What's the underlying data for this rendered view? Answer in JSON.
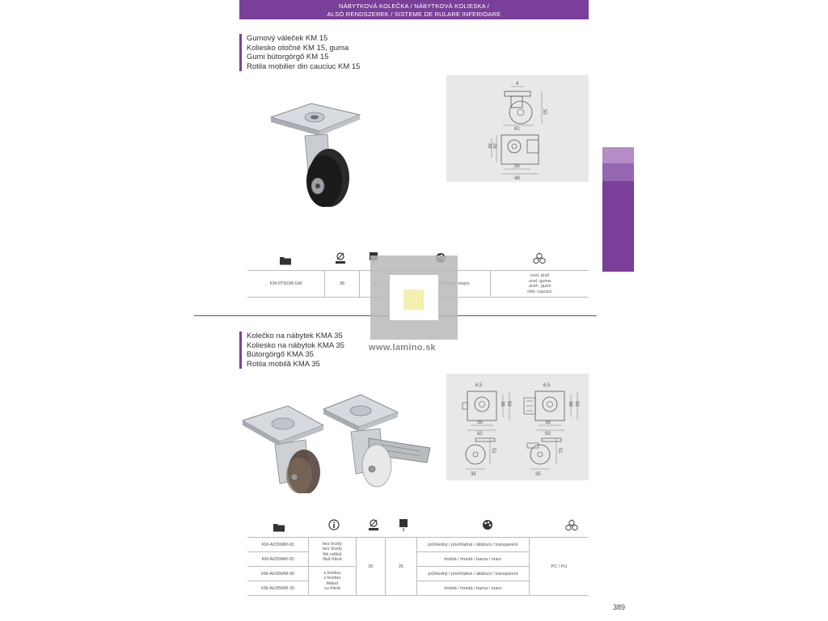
{
  "header": {
    "line1": "NÁBYTKOVÁ KOLEČKA / NÁBYTKOVÁ KOLIESKA /",
    "line2": "ALSÓ RENDSZEREK / SISTEME DE RULARE INFERIOARE"
  },
  "colors": {
    "accent": "#7a3f98",
    "accent_light": "#b48cc8",
    "accent_mid": "#9566b2",
    "drawing_bg": "#e8e8e8"
  },
  "product1": {
    "titles": [
      "Gumový váleček KM 15",
      "Koliesko otočné KM 15, guma",
      "Gumi bútorgörgő KM 15",
      "Rotila mobilier din cauciuc KM 15"
    ],
    "icons": [
      "folder-icon",
      "diameter-icon",
      "weight-icon",
      "palette-icon",
      "material-icon"
    ],
    "dims": {
      "top": "4",
      "height": "50",
      "width": "61",
      "plate_h1": "39",
      "plate_h2": "28",
      "plate_w1": "35",
      "plate_w2": "48"
    },
    "table": {
      "code": "KM-0T5038-GM",
      "diameter": "38",
      "load": "16",
      "color": "černá / čierna / fekete / negru",
      "material": [
        "ocel, pryž",
        "ocel, guma",
        "acél-, gumi",
        "otel, cauciuc"
      ]
    }
  },
  "watermark": "www.lamino.sk",
  "product2": {
    "titles": [
      "Kolečko na nábytek KMA 35",
      "Koliesko na nábytok KMA 35",
      "Bútorgörgő KMA 35",
      "Rotila mobilă KMA 35"
    ],
    "icons": [
      "folder-icon",
      "info-icon",
      "diameter-icon",
      "weight-icon",
      "palette-icon",
      "material-icon"
    ],
    "dims": {
      "offset": "6,5",
      "h38": "38",
      "h50": "50",
      "w38": "38",
      "w50": "50",
      "h51": "51",
      "w35": "35"
    },
    "table": {
      "rows": [
        {
          "code": "KM-A035MM-00",
          "color": "průhledný / priehľadná / átlátszó / transparent"
        },
        {
          "code": "KM-A035MM-30",
          "color": "hnědá / hnedá / barna / maro"
        },
        {
          "code": "KM-AH35MM-00",
          "color": "průhledný / priehľadná / átlátszó / transparent"
        },
        {
          "code": "KM-AH35MM-30",
          "color": "hnědá / hnedá / barna / maro"
        }
      ],
      "brake_none": [
        "bez brzdy",
        "bez brzdy",
        "fék nélkül",
        "fără frână"
      ],
      "brake_with": [
        "s brzdou",
        "s brzdou",
        "fékkel",
        "cu frână"
      ],
      "diameter": "35",
      "load": "25",
      "material": "PC / PU"
    }
  },
  "page_number": "389"
}
